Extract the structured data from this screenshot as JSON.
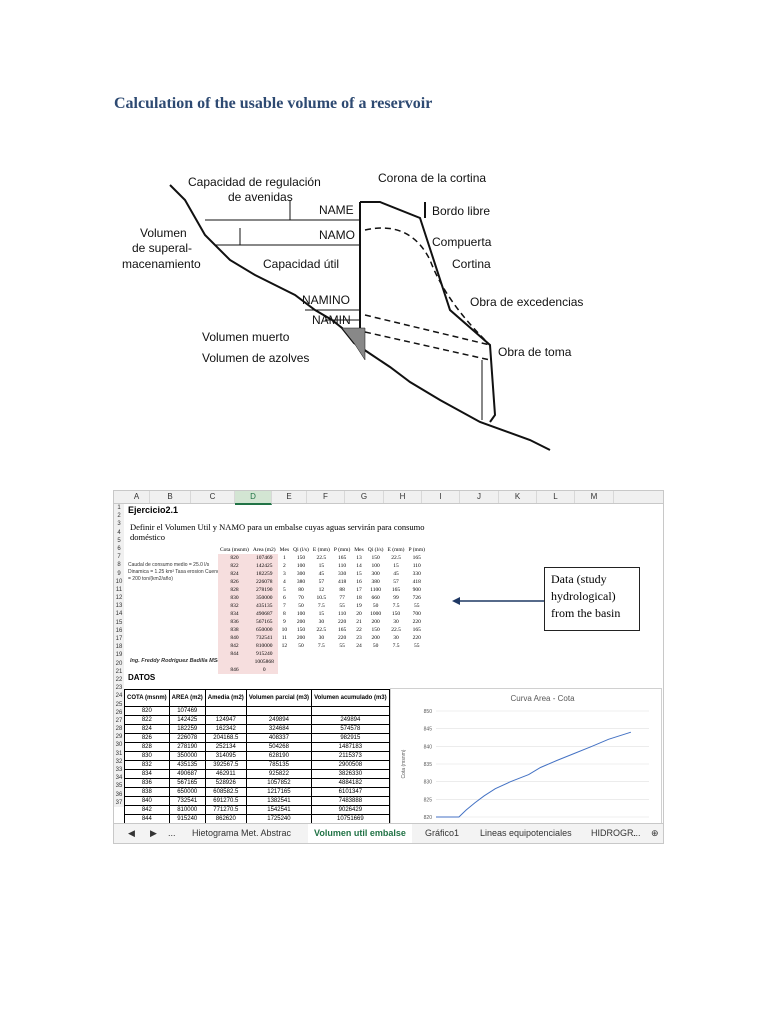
{
  "document": {
    "title": "Calculation of the usable volume of a reservoir"
  },
  "diagram": {
    "labels": {
      "capacidad_regulacion_1": "Capacidad de regulación",
      "capacidad_regulacion_2": "de avenidas",
      "name": "NAME",
      "namo": "NAMO",
      "capacidad_util": "Capacidad útil",
      "volumen_1": "Volumen",
      "volumen_2": "de superal-",
      "volumen_3": "macenamiento",
      "namino": "NAMINO",
      "namin": "NAMIN",
      "volumen_muerto": "Volumen muerto",
      "volumen_azolves": "Volumen de azolves",
      "corona": "Corona de la cortina",
      "bordo": "Bordo libre",
      "compuerta": "Compuerta",
      "cortina": "Cortina",
      "obra_excedencias": "Obra de excedencias",
      "obra_toma": "Obra de toma"
    }
  },
  "sheet": {
    "columns": [
      "A",
      "B",
      "C",
      "D",
      "E",
      "F",
      "G",
      "H",
      "I",
      "J",
      "K",
      "L",
      "M"
    ],
    "rows": [
      "1",
      "2",
      "3",
      "4",
      "5",
      "6",
      "7",
      "8",
      "9",
      "10",
      "11",
      "12",
      "13",
      "14",
      "15",
      "16",
      "17",
      "18",
      "19",
      "20",
      "21",
      "22",
      "23",
      "24",
      "25",
      "26",
      "27",
      "28",
      "29",
      "30",
      "31",
      "32",
      "33",
      "34",
      "35",
      "36",
      "37"
    ],
    "exercise_title": "Ejercicio2.1",
    "exercise_text": "Definir el Volumen Util y NAMO para un embalse cuyas aguas servirán para consumo doméstico",
    "small_note": "Caudal de consumo medio = 25.0 l/s Dinamica = 1.25 km² Tasa erosion Cuenca = 200 ton/(km2/año)",
    "signature": "Ing. Freddy Rodriguez Badilla MSc.",
    "image_table": {
      "headers": [
        "Cota (msnm)",
        "Area (m2)",
        "Mes",
        "Qi (l/s)",
        "E (mm)",
        "P (mm)",
        "Mes",
        "Qi (l/s)",
        "E (mm)",
        "P (mm)"
      ],
      "rows": [
        [
          "820",
          "107469",
          "1",
          "150",
          "22.5",
          "165",
          "13",
          "150",
          "22.5",
          "165"
        ],
        [
          "822",
          "142425",
          "2",
          "100",
          "15",
          "110",
          "14",
          "100",
          "15",
          "110"
        ],
        [
          "824",
          "182259",
          "3",
          "300",
          "45",
          "330",
          "15",
          "300",
          "45",
          "330"
        ],
        [
          "826",
          "226078",
          "4",
          "380",
          "57",
          "418",
          "16",
          "380",
          "57",
          "418"
        ],
        [
          "828",
          "278190",
          "5",
          "80",
          "12",
          "88",
          "17",
          "1100",
          "165",
          "900"
        ],
        [
          "830",
          "350000",
          "6",
          "70",
          "10.5",
          "77",
          "18",
          "660",
          "99",
          "726"
        ],
        [
          "832",
          "435135",
          "7",
          "50",
          "7.5",
          "55",
          "19",
          "50",
          "7.5",
          "55"
        ],
        [
          "834",
          "490687",
          "8",
          "100",
          "15",
          "110",
          "20",
          "1000",
          "150",
          "700"
        ],
        [
          "836",
          "567165",
          "9",
          "200",
          "30",
          "220",
          "21",
          "200",
          "30",
          "220"
        ],
        [
          "838",
          "650000",
          "10",
          "150",
          "22.5",
          "165",
          "22",
          "150",
          "22.5",
          "165"
        ],
        [
          "840",
          "732541",
          "11",
          "200",
          "30",
          "220",
          "23",
          "200",
          "30",
          "220"
        ],
        [
          "842",
          "810000",
          "12",
          "50",
          "7.5",
          "55",
          "24",
          "50",
          "7.5",
          "55"
        ],
        [
          "844",
          "915240",
          "",
          "",
          "",
          "",
          "",
          "",
          "",
          ""
        ],
        [
          "",
          "1005868",
          "",
          "",
          "",
          "",
          "",
          "",
          "",
          ""
        ],
        [
          "846",
          "0",
          "",
          "",
          "",
          "",
          "",
          "",
          "",
          ""
        ]
      ]
    },
    "callout": "Data (study hydrological) from the basin",
    "datos_label": "DATOS",
    "data_table": {
      "headers": [
        "COTA (msnm)",
        "AREA (m2)",
        "Amedia (m2)",
        "Volumen parcial (m3)",
        "Volumen acumulado (m3)"
      ],
      "row_numbers": [
        "24",
        "25",
        "26",
        "27",
        "28",
        "29",
        "30",
        "31",
        "32",
        "33",
        "34",
        "35",
        "36",
        "37"
      ],
      "rows": [
        [
          "820",
          "107469",
          "",
          "",
          ""
        ],
        [
          "822",
          "142425",
          "124947",
          "249894",
          "249894"
        ],
        [
          "824",
          "182259",
          "162342",
          "324684",
          "574578"
        ],
        [
          "826",
          "226078",
          "204168.5",
          "408337",
          "982915"
        ],
        [
          "828",
          "278190",
          "252134",
          "504268",
          "1487183"
        ],
        [
          "830",
          "350000",
          "314095",
          "628190",
          "2115373"
        ],
        [
          "832",
          "435135",
          "392567.5",
          "785135",
          "2900508"
        ],
        [
          "834",
          "490687",
          "462911",
          "925822",
          "3826330"
        ],
        [
          "836",
          "567165",
          "528926",
          "1057852",
          "4884182"
        ],
        [
          "838",
          "650000",
          "608582.5",
          "1217165",
          "6101347"
        ],
        [
          "840",
          "732541",
          "691270.5",
          "1382541",
          "7483888"
        ],
        [
          "842",
          "810000",
          "771270.5",
          "1542541",
          "9026429"
        ],
        [
          "844",
          "915240",
          "862620",
          "1725240",
          "10751669"
        ],
        [
          "",
          "",
          "",
          "",
          ""
        ]
      ]
    },
    "tabs": {
      "nav_prev": "◀",
      "nav_next": "▶",
      "ellipsis_left": "...",
      "tab1": "Hietograma Met. Abstrac",
      "tab2": "Volumen util embalse",
      "tab3": "Gráfico1",
      "tab4": "Lineas equipotenciales",
      "tab5": "HIDROGR.",
      "ellipsis_right": "...",
      "add": "⊕"
    }
  },
  "chart_data": {
    "type": "line",
    "title": "Curva Area - Cota",
    "ylabel": "Cota (msnm)",
    "xlabel": "",
    "ylim": [
      820,
      850
    ],
    "yticks": [
      "850",
      "845",
      "840",
      "835",
      "830",
      "825",
      "820"
    ],
    "x": [
      0,
      107469,
      142425,
      182259,
      226078,
      278190,
      350000,
      435135,
      490687,
      567165,
      650000,
      732541,
      810000,
      915240
    ],
    "y": [
      820,
      820,
      822,
      824,
      826,
      828,
      830,
      832,
      834,
      836,
      838,
      840,
      842,
      844
    ],
    "xlim": [
      0,
      1000000
    ],
    "grid": true,
    "line_color": "#4472c4"
  }
}
